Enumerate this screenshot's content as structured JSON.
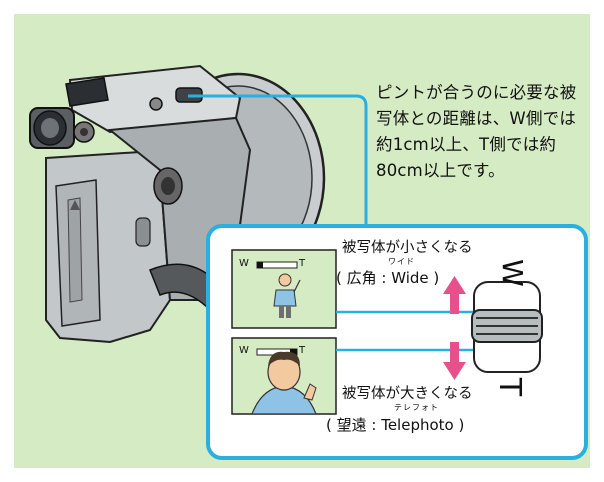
{
  "note": "ピントが合うのに必要な被写体との距離は、W側では約1cm以上、T側では約80cm以上です。",
  "wide": {
    "label": "被写体が小さくなる",
    "ruby": "ワイド",
    "mode": "( 広角 : Wide )",
    "letter": "W"
  },
  "tele": {
    "label": "被写体が大きくなる",
    "ruby": "テレフォト",
    "mode": "( 望遠 : Telephoto )",
    "letter": "T"
  },
  "scale": {
    "w": "W",
    "t": "T"
  },
  "colors": {
    "background": "#d5ebc3",
    "callout_border": "#2ab0e0",
    "arrow": "#e8508c",
    "camera_body": "#bfc4c6",
    "camera_dark": "#4a4e52"
  }
}
